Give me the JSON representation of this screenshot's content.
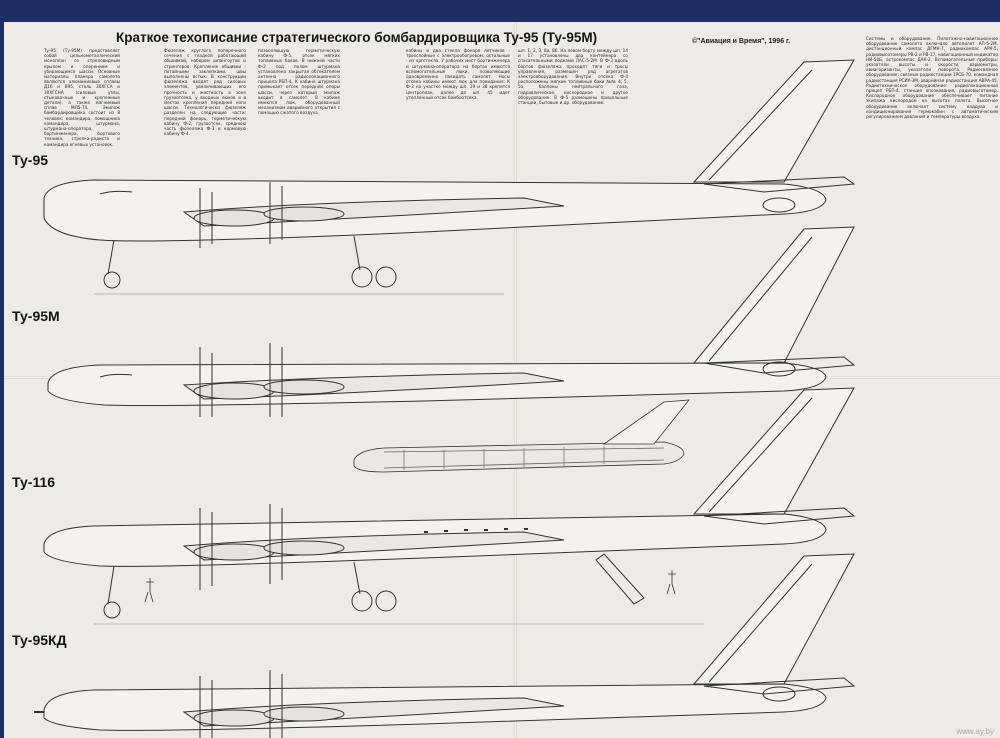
{
  "title": "Краткое техописание стратегического бомбардировщика Ту-95 (Ту-95М)",
  "source": "©\"Авиация и Время\", 1996 г.",
  "aircraft": [
    {
      "label": "Ту-95"
    },
    {
      "label": "Ту-95М"
    },
    {
      "label": "Ту-116"
    },
    {
      "label": "Ту-95КД"
    }
  ],
  "text": {
    "intro": "Ту-95 (Ту-95М) представляет собой цельнометаллический моноплан со стреловидным крылом и оперением и убирающимся шасси. Основные материалы планера самолета являются алюминиевые сплавы Д16 и В95, сталь 30ХГСА и 30ХГСНА (силовые узлы, стыковочные и крепежные детали), а также магниевый сплав МЛ5-Т4. Экипаж бомбардировщика состоит из 8 человек: командира, помощника командира, штурмана, штурмана-оператора, бортинженера, бортового техника, стрелка-радиста и командира огневых установок.",
    "col2": "Фюзеляж круглого поперечного сечения с гладкой работающей обшивкой, набором шпангоутов и стрингеров. Крепление обшивки - потайными заклепками, швы выполнены встык. В конструкции фюзеляжа входят ряд силовых элементов, увеличивающих его прочность и жесткость в зоне грузоотсека, у входных люков и в местах крепления передней ноги шасси. Технологически фюзеляж разделен на следующие части: передний фонарь, герметическую кабину Ф-2, грузоотсек, среднюю часть фюзеляжа Ф-3 и кормовую кабину Ф-4.",
    "col3": "позволяющую герметическую кабину Ф-5, отсек мягких топливных баков. В нижней части Ф-2 под полом штурмана установлена закрытая обтекателем антенна радиолокационного прицела РБП-4. К кабине штурмана примыкает отсек передней опоры шасси, через который экипаж входит в самолет. В кабине имеются люк, оборудованный механизмом аварийного открытия с помощью сжатого воздуха.",
    "col4": "кабины и два стекла фонаря летчиков - трехслойные с электрообогревом, остальные - из оргстекла. У рабочих мест бортинженера и штурмана-оператора на бортах имеются вспомогательные люки, позволяющие одновременно покидать самолет. Носы отсека кабины имеют люк для покидания. К Ф-3 на участке между шп. 19 и 38 крепится центроплан, далее до шп. 45 идет утепленный отсек бомбоотсека.",
    "col5": "шп. 1, 2, 3, 8а, 86. На левом борту между шп. 14 и 17 установлены два контейнера со спасательными лодками ЛАС-5-2М. В Ф-3 вдоль бортов фюзеляжа проходят тяги и тросы управления, размещен ряд агрегатов электрооборудования. Внутри отсека Ф-4 расположены мягкие топливные баки №№ 4, 5, 5а, баллоны нейтрального газа, гидравлическое, кислородное и другое оборудование. В Ф-5 размещены прицельные станции, бытовые и др. оборудование.",
    "side": "Системы и оборудование. Пилотажно-навигационное оборудование самолета включало автопилот АП-5-2М, дистанционный компас ДГМК-7, радиокомпас АРК-5, радиовысотомеры РВ-2 и РВ-17, навигационный индикатор НИ-50Б, астрокомпас ДАК-2. Вспомогательные приборы: указатели высоты и скорости, вариометры, авиагоризонты, указатели поворота. Радиосвязное оборудование: связные радиостанции 1РСБ-70, командная радиостанция РСИУ-3М, аварийная радиостанция АВРА-45. Радиотехническое оборудование: радиолокационный прицел РБП-4, станция опознавания, радиовысотомер. Кислородное оборудование обеспечивает питание экипажа кислородом на высотах полета. Высотное оборудование включает систему наддува и кондиционирования гермокабин с автоматическим регулированием давления и температуры воздуха."
  },
  "watermark": "www.ay.by"
}
